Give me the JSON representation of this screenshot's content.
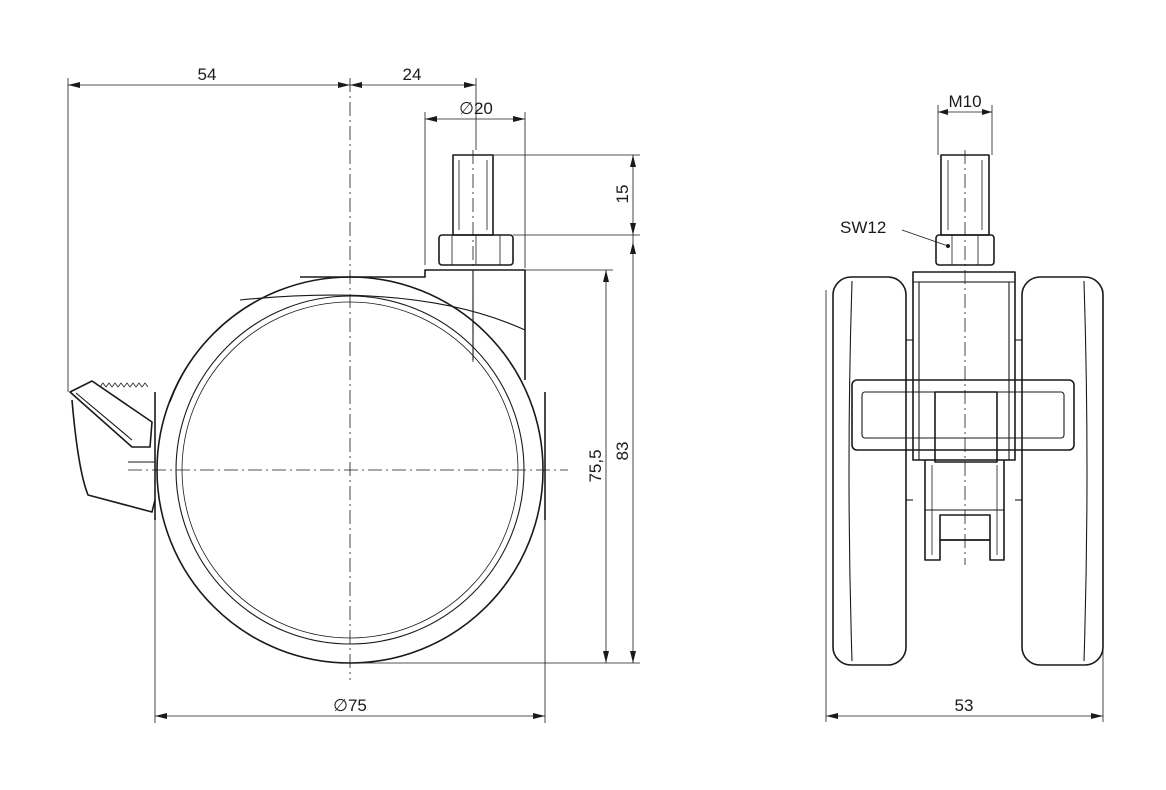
{
  "dimensions": {
    "width_54": "54",
    "width_24": "24",
    "stem_diameter": "20",
    "stem_length": "15",
    "wheel_height": "75,5",
    "total_height": "83",
    "wheel_diameter": "75",
    "thread": "M10",
    "wrench_size": "SW12",
    "wheel_width": "53"
  },
  "symbols": {
    "diameter": "∅"
  }
}
